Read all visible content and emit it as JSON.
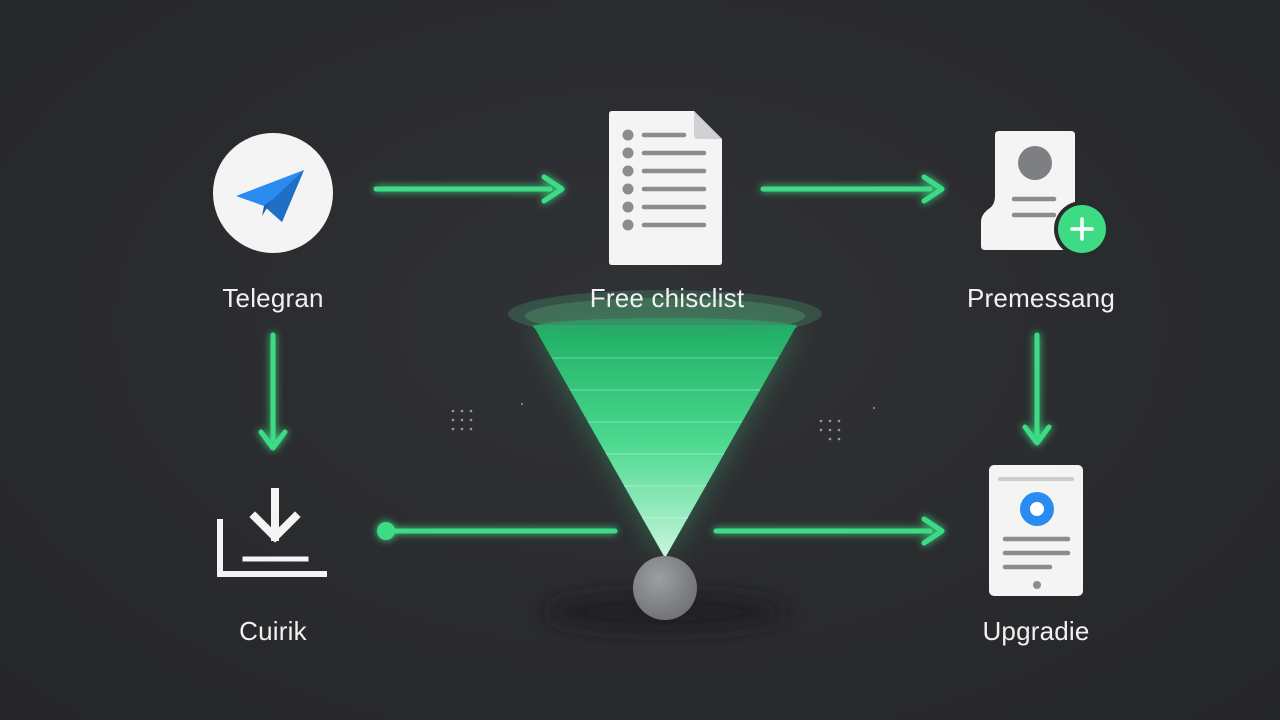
{
  "nodes": {
    "telegram": {
      "label": "Telegran",
      "icon": "paper-plane-icon"
    },
    "checklist": {
      "label": "Free chisclist",
      "icon": "document-list-icon"
    },
    "premessage": {
      "label": "Premessang",
      "icon": "add-contact-card-icon"
    },
    "download": {
      "label": "Cuirik",
      "icon": "download-tray-icon"
    },
    "upgrade": {
      "label": "Upgradie",
      "icon": "mobile-profile-icon"
    }
  },
  "center": {
    "icon": "funnel-icon"
  },
  "colors": {
    "background": "#2b2c2f",
    "accent": "#3ddc84",
    "icon_fill": "#f2f2f2",
    "telegram_blue": "#2a8cf0",
    "label": "#f1f1f1",
    "grey_ball": "#8e9094"
  }
}
